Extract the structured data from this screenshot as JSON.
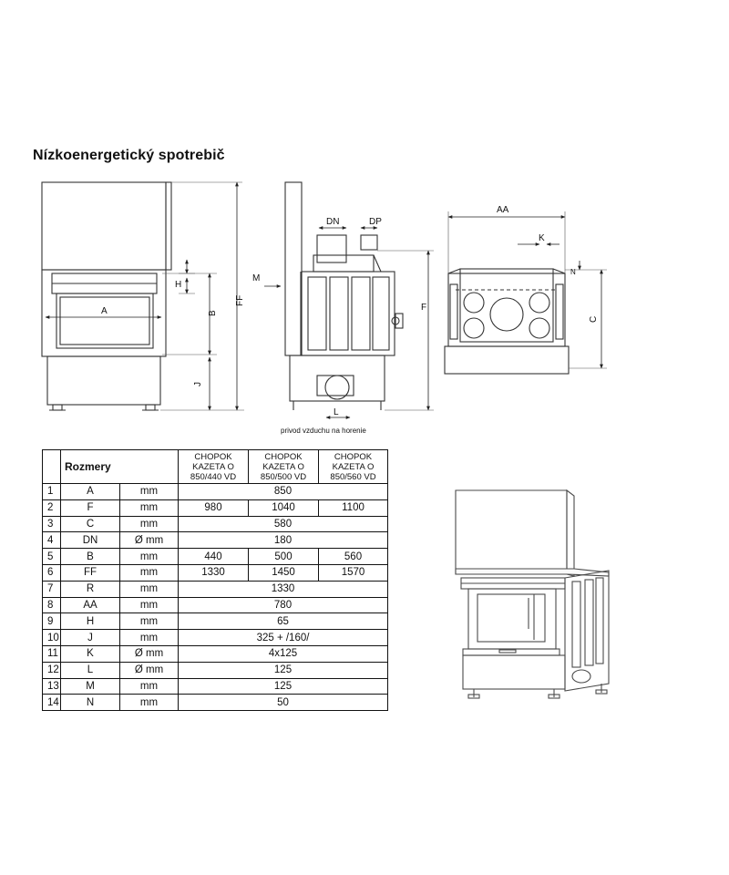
{
  "title": "Nízkoenergetický spotrebič",
  "drawing_labels": {
    "front": [
      "A",
      "H",
      "B",
      "FF",
      "J"
    ],
    "side": [
      "DN",
      "DP",
      "M",
      "F",
      "L"
    ],
    "top": [
      "AA",
      "K",
      "N",
      "C"
    ],
    "caption": "privod vzduchu na horenie"
  },
  "table": {
    "header": "Rozmery",
    "models": [
      [
        "CHOPOK",
        "KAZETA O",
        "850/440 VD"
      ],
      [
        "CHOPOK",
        "KAZETA O",
        "850/500 VD"
      ],
      [
        "CHOPOK",
        "KAZETA O",
        "850/560 VD"
      ]
    ],
    "rows": [
      {
        "n": "1",
        "param": "A",
        "unit": "mm",
        "values": [
          "850"
        ]
      },
      {
        "n": "2",
        "param": "F",
        "unit": "mm",
        "values": [
          "980",
          "1040",
          "1100"
        ]
      },
      {
        "n": "3",
        "param": "C",
        "unit": "mm",
        "values": [
          "580"
        ]
      },
      {
        "n": "4",
        "param": "DN",
        "unit": "Ø mm",
        "values": [
          "180"
        ]
      },
      {
        "n": "5",
        "param": "B",
        "unit": "mm",
        "values": [
          "440",
          "500",
          "560"
        ]
      },
      {
        "n": "6",
        "param": "FF",
        "unit": "mm",
        "values": [
          "1330",
          "1450",
          "1570"
        ]
      },
      {
        "n": "7",
        "param": "R",
        "unit": "mm",
        "values": [
          "1330"
        ]
      },
      {
        "n": "8",
        "param": "AA",
        "unit": "mm",
        "values": [
          "780"
        ]
      },
      {
        "n": "9",
        "param": "H",
        "unit": "mm",
        "values": [
          "65"
        ]
      },
      {
        "n": "10",
        "param": "J",
        "unit": "mm",
        "values": [
          "325 + /160/"
        ]
      },
      {
        "n": "11",
        "param": "K",
        "unit": "Ø mm",
        "values": [
          "4x125"
        ]
      },
      {
        "n": "12",
        "param": "L",
        "unit": "Ø mm",
        "values": [
          "125"
        ]
      },
      {
        "n": "13",
        "param": "M",
        "unit": "mm",
        "values": [
          "125"
        ]
      },
      {
        "n": "14",
        "param": "N",
        "unit": "mm",
        "values": [
          "50"
        ]
      }
    ]
  }
}
